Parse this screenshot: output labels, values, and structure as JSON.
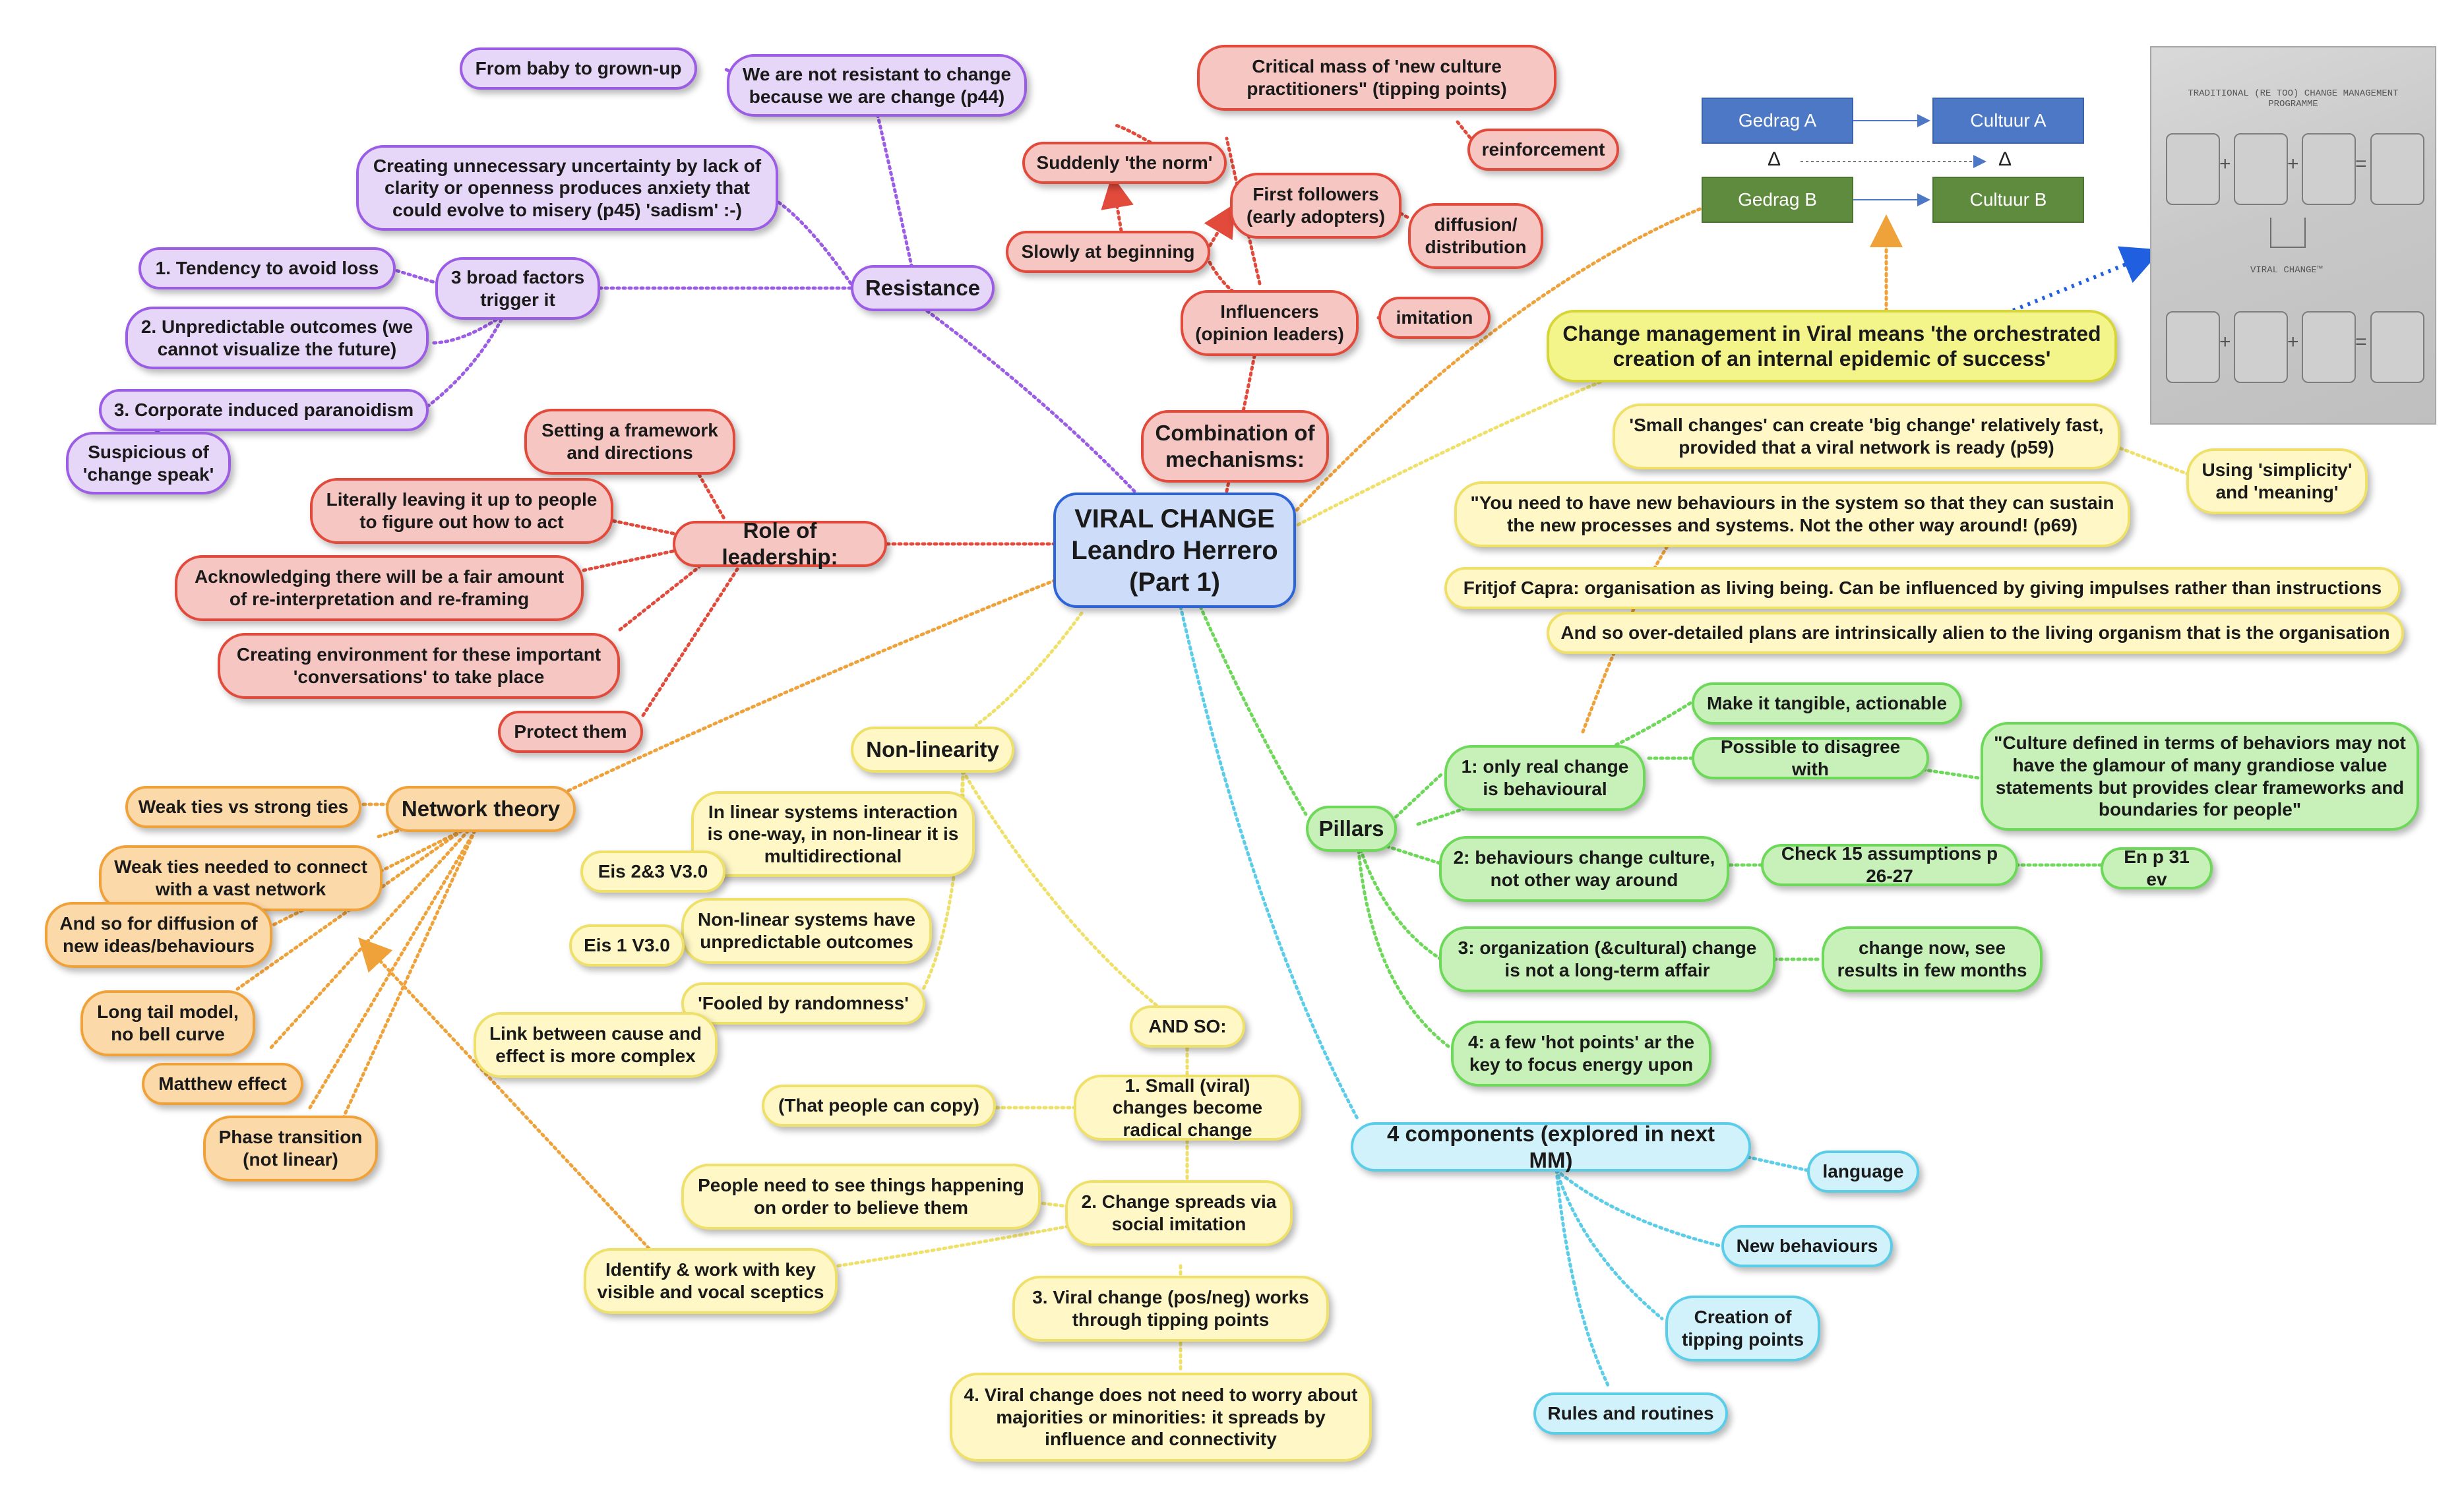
{
  "central": {
    "line1": "VIRAL CHANGE",
    "line2": "Leandro Herrero",
    "line3": "(Part 1)"
  },
  "resistance": {
    "label": "Resistance",
    "not_resistant": "We are not resistant to change because we are change (p44)",
    "baby": "From baby to grown-up",
    "uncertainty": "Creating unnecessary uncertainty by lack of clarity or openness produces anxiety that could evolve to misery (p45) 'sadism' :-)",
    "factors": "3 broad factors trigger it",
    "loss": "1. Tendency to avoid loss",
    "unpredictable": "2. Unpredictable outcomes (we cannot visualize the future)",
    "paranoidism": "3. Corporate induced paranoidism",
    "suspicious": "Suspicious of 'change speak'"
  },
  "mechanisms": {
    "label": "Combination of mechanisms:",
    "critical_mass": "Critical mass of 'new culture practitioners\" (tipping points)",
    "reinforcement": "reinforcement",
    "suddenly": "Suddenly 'the norm'",
    "slowly": "Slowly at beginning",
    "first_followers": "First followers (early adopters)",
    "diffusion": "diffusion/ distribution",
    "influencers": "Influencers (opinion leaders)",
    "imitation": "imitation"
  },
  "leadership": {
    "label": "Role of leadership:",
    "framework": "Setting a framework and directions",
    "literally": "Literally leaving it up to people to figure out how to act",
    "acknowledging": "Acknowledging there will be a fair amount of re-interpretation and re-framing",
    "environment": "Creating environment for these important 'conversations' to take place",
    "protect": "Protect them"
  },
  "network": {
    "label": "Network theory",
    "weak_strong": "Weak ties vs strong ties",
    "weak_needed": "Weak ties needed to connect with a vast network",
    "diffusion": "And so for diffusion of new ideas/behaviours",
    "long_tail": "Long tail model, no bell curve",
    "matthew": "Matthew effect",
    "phase": "Phase transition (not linear)"
  },
  "nonlinearity": {
    "label": "Non-linearity",
    "interaction": "In linear systems interaction is one-way, in non-linear it is multidirectional",
    "eis23": "Eis 2&3 V3.0",
    "unpredictable": "Non-linear systems have unpredictable outcomes",
    "eis1": "Eis 1 V3.0",
    "fooled": "'Fooled by randomness'",
    "cause_effect": "Link between cause and effect is more complex"
  },
  "andso": {
    "label": "AND SO:",
    "small": "1. Small (viral) changes become radical change",
    "copy": "(That people can copy)",
    "spreads": "2. Change spreads via social imitation",
    "see": "People need to see things happening on order to believe them",
    "sceptics": "Identify & work with key visible and vocal sceptics",
    "tipping": "3. Viral change (pos/neg) works through tipping points",
    "worry": "4. Viral change does not need to worry about majorities or minorities: it spreads by influence and connectivity"
  },
  "pillars": {
    "label": "Pillars",
    "p1": "1: only real change is behavioural",
    "tangible": "Make it tangible, actionable",
    "disagree": "Possible to disagree with",
    "culture_quote": "\"Culture defined in terms of behaviors may not have the glamour of many grandiose value statements but provides clear frameworks and boundaries for people\"",
    "p2": "2: behaviours change culture, not other way around",
    "check": "Check 15 assumptions p 26-27",
    "en": "En p 31 ev",
    "p3": "3: organization (&cultural) change is not a long-term affair",
    "now": "change now, see results in few months",
    "p4": "4: a few 'hot points' ar the key to focus energy upon"
  },
  "components": {
    "label": "4 components (explored in next MM)",
    "language": "language",
    "behaviours": "New behaviours",
    "tipping": "Creation of tipping points",
    "rules": "Rules and routines"
  },
  "management": {
    "label": "Change management in Viral means 'the orchestrated creation of an internal epidemic of success'",
    "small_big": "'Small changes' can create 'big change' relatively fast, provided that a viral network is ready (p59)",
    "simplicity": "Using 'simplicity' and 'meaning'",
    "quote": "\"You need to have new behaviours in the system so that they can sustain the new processes and systems. Not the other way around! (p69)",
    "capra": "Fritjof Capra: organisation as living being. Can be influenced by giving impulses rather than instructions",
    "plans": "And so over-detailed plans are intrinsically alien to the living organism that is the organisation"
  },
  "flow": {
    "gedrag_a": "Gedrag A",
    "cultuur_a": "Cultuur A",
    "gedrag_b": "Gedrag B",
    "cultuur_b": "Cultuur B",
    "delta": "Δ"
  },
  "photo": {
    "title": "TRADITIONAL (RE TOO) CHANGE MANAGEMENT PROGRAMME",
    "label": "VIRAL CHANGE™"
  },
  "colors": {
    "purple": "#9b5de5",
    "red": "#e24a3b",
    "orange": "#f0a23a",
    "yellow": "#efe06a",
    "green": "#6ed85a",
    "cyan": "#5ccde9",
    "central": "#2d64d8",
    "flow_blue": "#4c78c6",
    "flow_green": "#5f8b3e",
    "connector_blue": "#1f5fe0"
  }
}
